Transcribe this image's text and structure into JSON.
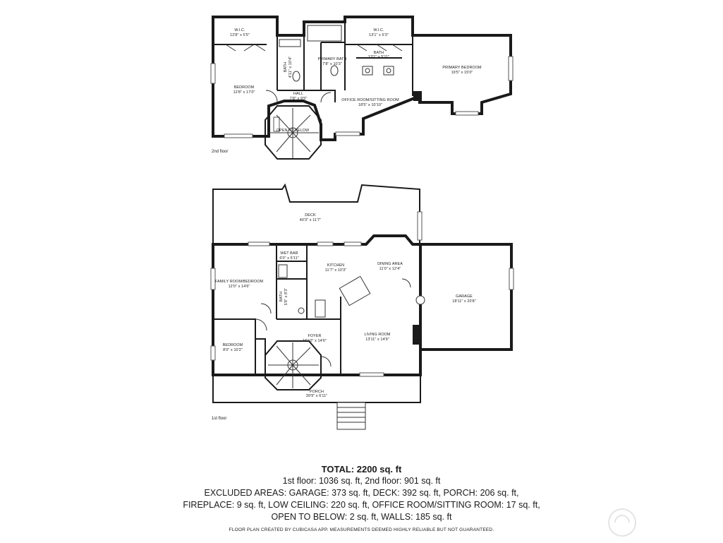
{
  "floors": {
    "second": {
      "label": "2nd floor",
      "rooms": {
        "wic_left": {
          "name": "W.I.C.",
          "size": "12'8\" x 5'5\""
        },
        "bedroom": {
          "name": "BEDROOM",
          "size": "12'8\" x 17'0\""
        },
        "bath": {
          "name": "BATH",
          "size": "4'11\" x 10'4\""
        },
        "primary_bath": {
          "name": "PRIMARY BATH",
          "size": "7'8\" x 10'3\""
        },
        "wic_right": {
          "name": "W.I.C.",
          "size": "13'1\" x 5'3\""
        },
        "bath_small": {
          "name": "BATH",
          "size": "13'1\" x 5'11\""
        },
        "primary_bedroom": {
          "name": "PRIMARY BEDROOM",
          "size": "19'5\" x 15'0\""
        },
        "hall": {
          "name": "HALL",
          "size": "7'8\" x 9'5\""
        },
        "office": {
          "name": "OFFICE ROOM/SITTING ROOM",
          "size": "18'5\" x 10'10\""
        },
        "open_below": {
          "name": "OPEN TO BELOW"
        }
      }
    },
    "first": {
      "label": "1st floor",
      "rooms": {
        "deck": {
          "name": "DECK",
          "size": "40'3\" x 11'7\""
        },
        "wet_bar": {
          "name": "WET BAR",
          "size": "6'0\" x 5'11\""
        },
        "family_room": {
          "name": "FAMILY ROOM/BEDROOM",
          "size": "12'0\" x 14'6\""
        },
        "kitchen": {
          "name": "KITCHEN",
          "size": "11'7\" x 10'3\""
        },
        "dining": {
          "name": "DINING AREA",
          "size": "11'0\" x 12'4\""
        },
        "garage": {
          "name": "GARAGE",
          "size": "18'11\" x 20'8\""
        },
        "bath": {
          "name": "BATH",
          "size": "5'8\" x 8'3\""
        },
        "bedroom": {
          "name": "BEDROOM",
          "size": "8'0\" x 10'2\""
        },
        "foyer": {
          "name": "FOYER",
          "size": "16'10\" x 14'6\""
        },
        "living": {
          "name": "LIVING ROOM",
          "size": "13'11\" x 14'9\""
        },
        "porch": {
          "name": "PORCH",
          "size": "39'9\" x 6'11\""
        }
      }
    }
  },
  "summary": {
    "total_label": "TOTAL:",
    "total_value": "2200 sq. ft",
    "lines": [
      "1st floor: 1036 sq. ft, 2nd floor: 901 sq. ft",
      "EXCLUDED AREAS: GARAGE: 373 sq. ft, DECK: 392 sq. ft, PORCH: 206 sq. ft,",
      "FIREPLACE: 9 sq. ft, LOW CEILING: 220 sq. ft, OFFICE ROOM/SITTING ROOM: 17 sq. ft,",
      "OPEN TO BELOW: 2 sq. ft, WALLS: 185 sq. ft"
    ],
    "footnote": "FLOOR PLAN CREATED BY CUBICASA APP. MEASUREMENTS DEEMED HIGHLY RELIABLE BUT NOT GUARANTEED."
  }
}
